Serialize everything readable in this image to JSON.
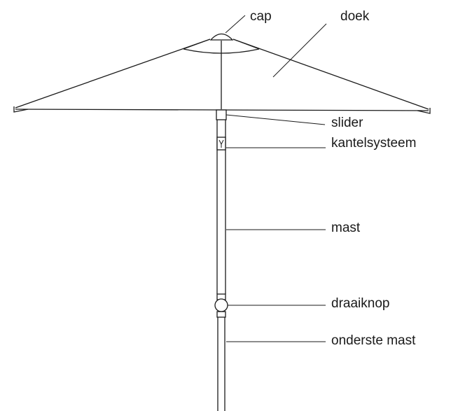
{
  "labels": {
    "cap": "cap",
    "doek": "doek",
    "slider": "slider",
    "kantelsysteem": "kantelsysteem",
    "mast": "mast",
    "draaiknop": "draaiknop",
    "onderste_mast": "onderste mast"
  }
}
